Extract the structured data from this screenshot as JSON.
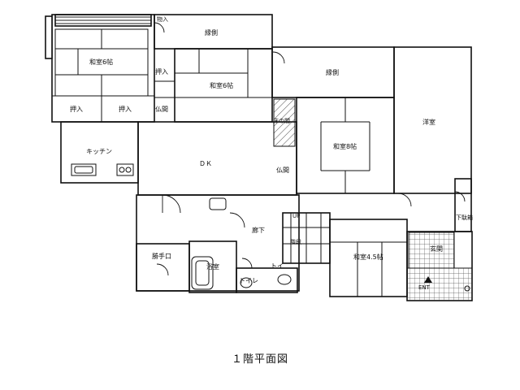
{
  "caption": "１階平面図",
  "rooms": {
    "washitsu6_left": "和室6帖",
    "washitsu6_mid": "和室6帖",
    "washitsu8": "和室8帖",
    "washitsu45": "和室4.5帖",
    "engawa_top": "縁側",
    "engawa_right": "縁側",
    "yoshitsu": "洋室",
    "dk": "ＤＫ",
    "kitchen": "キッチン",
    "oshiire1": "押入",
    "oshiire2": "押入",
    "oshiire3": "押入",
    "monoire": "物入",
    "butsuma1": "仏間",
    "butsuma2": "仏間",
    "tokonoma": "床の間",
    "roka": "廊下",
    "katteguchi": "勝手口",
    "yokushitsu": "浴室",
    "toilet1": "トイレ",
    "toilet2": "トイ",
    "genkan": "玄関",
    "shitabako": "下駄箱",
    "kaidan": "階段",
    "up": "UP",
    "entrance": "ENT"
  }
}
